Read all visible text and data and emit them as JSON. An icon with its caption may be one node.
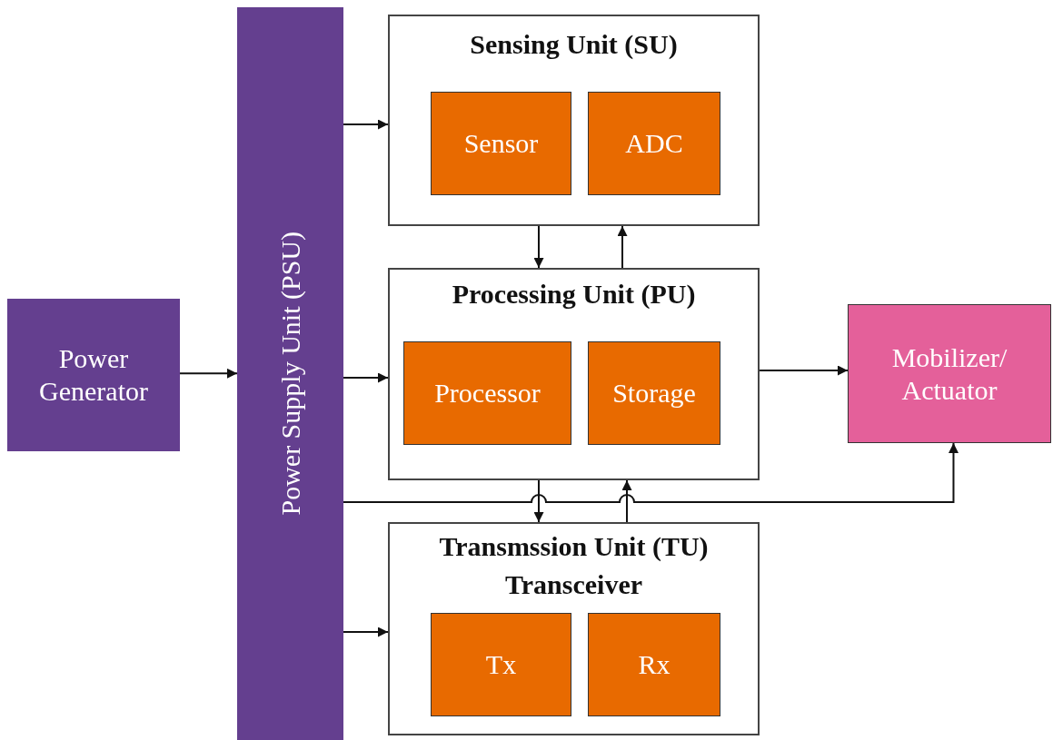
{
  "diagram": {
    "nodes": [
      {
        "text": [
          "Power Generator"
        ]
      },
      {
        "text": [
          "Power Supply Unit (PSU)"
        ]
      },
      {
        "text": [
          "Sensing Unit (SU)"
        ]
      },
      {
        "text": [
          "Sensor"
        ],
        "in": 2
      },
      {
        "text": [
          "ADC"
        ],
        "in": 2
      },
      {
        "text": [
          "Processing Unit (PU)"
        ]
      },
      {
        "text": [
          "Processor"
        ],
        "in": 5
      },
      {
        "text": [
          "Storage"
        ],
        "in": 5
      },
      {
        "text": [
          "Mobilizer/ Actuator"
        ]
      },
      {
        "text": [
          "Transmssion Unit (TU)",
          "Transceiver"
        ]
      },
      {
        "text": [
          "Tx"
        ],
        "in": 9
      },
      {
        "text": [
          "Rx"
        ],
        "in": 9
      }
    ],
    "edges": [
      {
        "from": 0,
        "to": 1,
        "arrow": "to"
      },
      {
        "from": 1,
        "to": 2,
        "arrow": "to"
      },
      {
        "from": 1,
        "to": 5,
        "arrow": "to"
      },
      {
        "from": 1,
        "to": 9,
        "arrow": "to"
      },
      {
        "from": 1,
        "to": 8,
        "arrow": "to"
      },
      {
        "from": 2,
        "to": 5,
        "arrow": "to"
      },
      {
        "from": 5,
        "to": 2,
        "arrow": "to"
      },
      {
        "from": 5,
        "to": 9,
        "arrow": "to"
      },
      {
        "from": 9,
        "to": 5,
        "arrow": "to"
      },
      {
        "from": 5,
        "to": 8,
        "arrow": "to"
      }
    ]
  }
}
